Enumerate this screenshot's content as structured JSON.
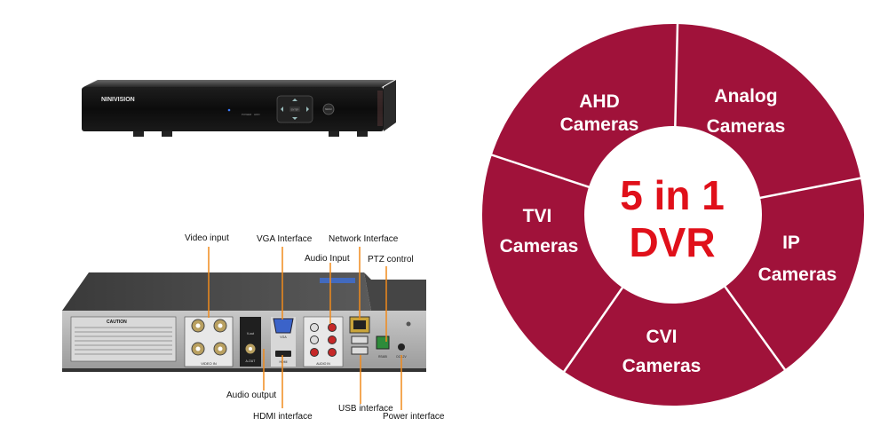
{
  "dvr_front": {
    "brand": "NINIVISION",
    "power_label": "POWER",
    "hdd_label": "HDD",
    "enter_label": "ENTER",
    "menu_label": "MENU"
  },
  "dvr_rear": {
    "caution_title": "CAUTION",
    "panel_labels": {
      "video_in": "VIDEO IN",
      "vga": "VGA",
      "audio_in": "AUDIO IN",
      "hdmi": "HDMI",
      "aout": "A-OUT",
      "vout": "V-out",
      "rs485": "RS485",
      "dc12v": "DC 12V"
    }
  },
  "callouts": {
    "video_input": "Video input",
    "vga_interface": "VGA Interface",
    "network_interface": "Network Interface",
    "audio_input": "Audio Input",
    "ptz_control": "PTZ control",
    "audio_output": "Audio output",
    "hdmi_interface": "HDMI interface",
    "usb_interface": "USB interface",
    "power_interface": "Power interface"
  },
  "wheel": {
    "center_line1": "5 in 1",
    "center_line2": "DVR",
    "segments": [
      {
        "line1": "AHD",
        "line2": "Cameras"
      },
      {
        "line1": "Analog",
        "line2": "Cameras"
      },
      {
        "line1": "IP",
        "line2": "Cameras"
      },
      {
        "line1": "CVI",
        "line2": "Cameras"
      },
      {
        "line1": "TVI",
        "line2": "Cameras"
      }
    ],
    "colors": {
      "segment": "#a0123a",
      "divider": "#ffffff",
      "center_text": "#e0101a"
    }
  }
}
